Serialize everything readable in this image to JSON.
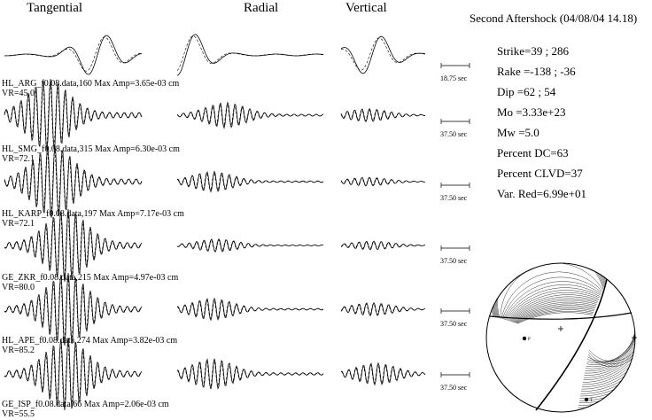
{
  "columns": [
    "Tangential",
    "Radial",
    "Vertical"
  ],
  "title": "Second Aftershock (04/08/04 14.18)",
  "params": [
    "Strike=39 ; 286",
    "Rake =-138 ; -36",
    "Dip =62 ; 54",
    "Mo =3.33e+23",
    "Mw =5.0",
    "Percent DC=63",
    "Percent CLVD=37",
    "Var. Red=6.99e+01"
  ],
  "stations": [
    {
      "label": "HL_ARG_f0.08.data,160  Max Amp=3.65e-03 cm",
      "vr": "VR=45.0",
      "scale": "18.75 sec",
      "freq": 0.022,
      "amps": [
        0.95,
        1.0,
        0.9
      ],
      "env": [
        110,
        210,
        420
      ]
    },
    {
      "label": "HL_SMG_f0.08.data,315  Max Amp=6.30e-03 cm",
      "vr": "VR=72.1",
      "scale": "37.50 sec",
      "freq": 0.12,
      "amps": [
        1.0,
        0.35,
        0.18
      ],
      "env": [
        55,
        255,
        415
      ]
    },
    {
      "label": "HL_KARP_f0.08.data,197  Max Amp=7.17e-03 cm",
      "vr": "VR=72.1",
      "scale": "37.50 sec",
      "freq": 0.12,
      "amps": [
        1.0,
        0.28,
        0.12
      ],
      "env": [
        60,
        240,
        415
      ]
    },
    {
      "label": "GE_ZKR_f0.08.data,215  Max Amp=4.97e-03 cm",
      "vr": "VR=80.0",
      "scale": "37.50 sec",
      "freq": 0.12,
      "amps": [
        1.0,
        0.18,
        0.12
      ],
      "env": [
        75,
        245,
        420
      ]
    },
    {
      "label": "HL_APE_f0.08.data,274  Max Amp=3.82e-03 cm",
      "vr": "VR=85.2",
      "scale": "37.50 sec",
      "freq": 0.12,
      "amps": [
        1.0,
        0.3,
        0.18
      ],
      "env": [
        75,
        240,
        420
      ]
    },
    {
      "label": "GE_ISP_f0.08.data,66  Max Amp=2.06e-03 cm",
      "vr": "VR=55.5",
      "scale": "37.50 sec",
      "freq": 0.12,
      "amps": [
        1.0,
        0.42,
        0.3
      ],
      "env": [
        75,
        240,
        425
      ]
    }
  ]
}
